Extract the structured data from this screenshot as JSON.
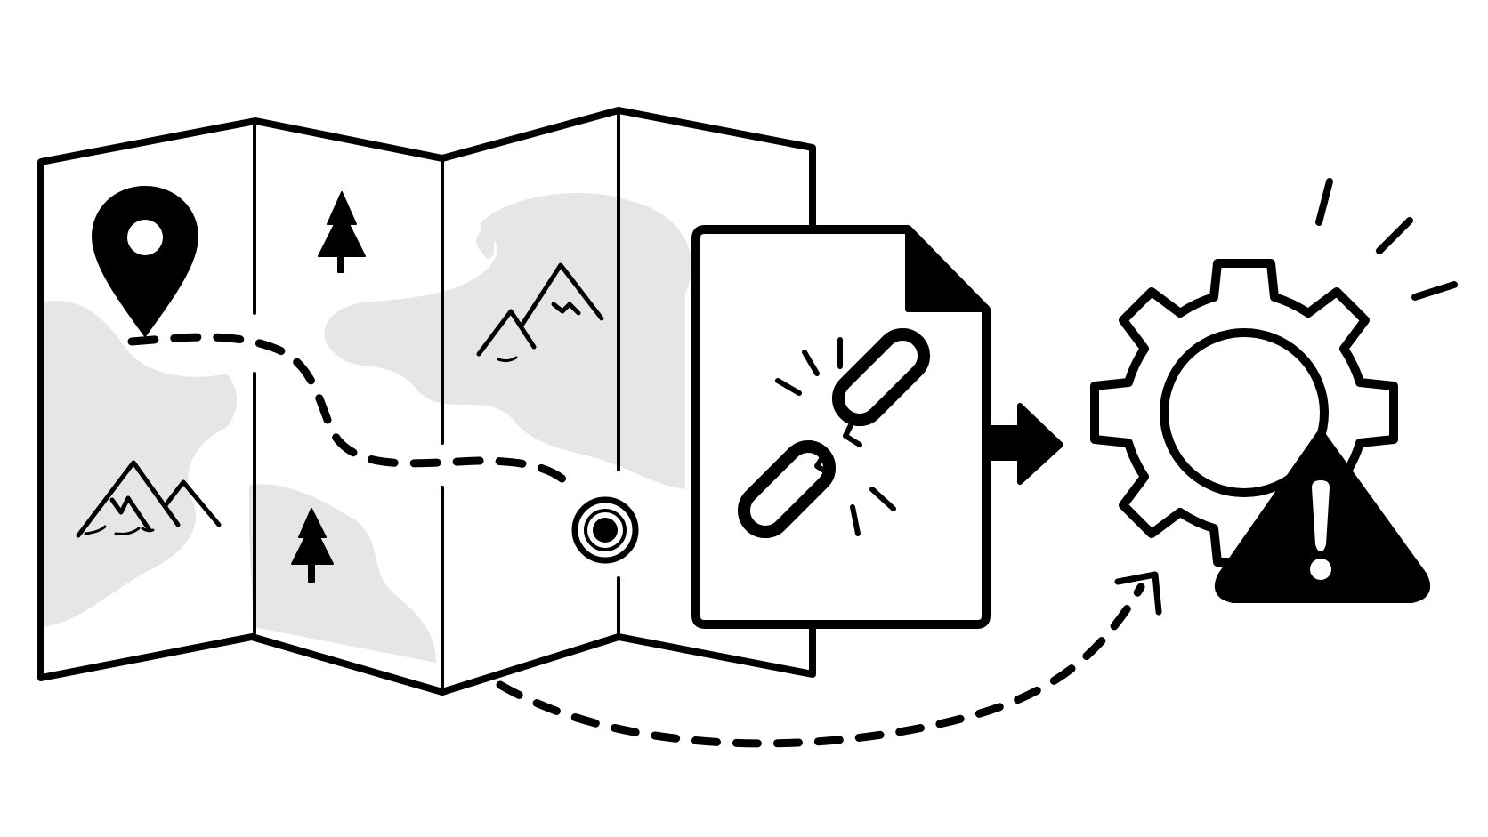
{
  "diagram": {
    "nodes": [
      {
        "id": "map",
        "icon": "folded-map-icon"
      },
      {
        "id": "broken-link-document",
        "icon": "broken-link-document-icon"
      },
      {
        "id": "gear-warning",
        "icon": "gear-warning-icon"
      }
    ],
    "edges": [
      {
        "from": "map",
        "to": "broken-link-document",
        "style": "solid-arrow"
      },
      {
        "from": "map",
        "to": "gear-warning",
        "style": "dashed-curved-arrow"
      }
    ]
  },
  "colors": {
    "ink": "#000000",
    "land": "#e6e6e6",
    "background": "#ffffff"
  }
}
